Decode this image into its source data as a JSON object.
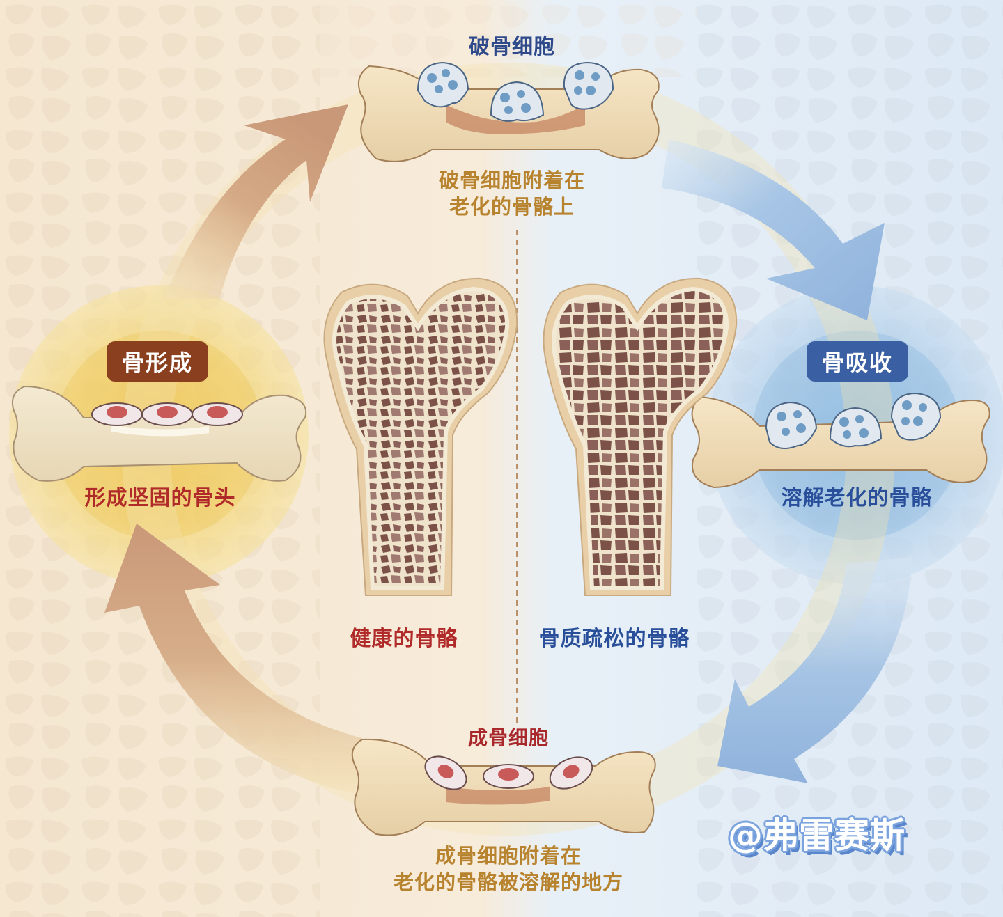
{
  "title": "骨重建循环示意图",
  "colors": {
    "warm_bg": "#f6ead6",
    "cool_bg": "#e2eef8",
    "formation_arrow": "#c99a7c",
    "resorption_arrow": "#8fb2dc",
    "bone": "#f0dcb8",
    "bone_outline": "#9a7a55",
    "osteoclast": "#dfe7ee",
    "osteoclast_spots": "#6f9cc4",
    "osteoblast": "#f2e6e8",
    "osteoblast_nucleus": "#c95a5a",
    "formation_badge": "#8a3f1e",
    "resorption_badge": "#3b5fa3",
    "gold_text": "#b8832e",
    "red_text": "#b02a2a",
    "blue_text": "#2a4f9a"
  },
  "top_stage": {
    "cell_name": "破骨细胞",
    "caption_line1": "破骨细胞附着在",
    "caption_line2": "老化的骨骼上"
  },
  "right_stage": {
    "badge": "骨吸收",
    "caption": "溶解老化的骨骼"
  },
  "bottom_stage": {
    "cell_name": "成骨细胞",
    "caption_line1": "成骨细胞附着在",
    "caption_line2": "老化的骨骼被溶解的地方"
  },
  "left_stage": {
    "badge": "骨形成",
    "caption": "形成坚固的骨头"
  },
  "center": {
    "healthy_label": "健康的骨骼",
    "osteoporotic_label": "骨质疏松的骨骼"
  },
  "icons": {
    "cycle_arrows": [
      "arrow-up-right",
      "arrow-down-right",
      "arrow-down-left",
      "arrow-up-left"
    ]
  },
  "watermark": "@弗雷赛斯"
}
